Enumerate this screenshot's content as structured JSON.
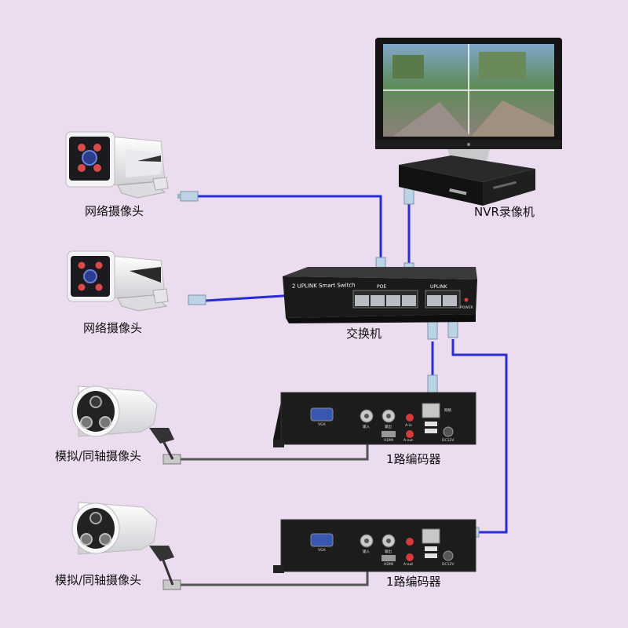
{
  "labels": {
    "ip_camera_1": "网络摄像头",
    "ip_camera_2": "网络摄像头",
    "nvr": "NVR录像机",
    "switch": "交换机",
    "encoder_1": "1路编码器",
    "encoder_2": "1路编码器",
    "analog_camera_1": "模拟/同轴摄像头",
    "analog_camera_2": "模拟/同轴摄像头"
  },
  "switch_panel": {
    "model_text": "2 UPLINK Smart Switch",
    "poe_text": "POE",
    "uplink_text": "UPLINK",
    "power_text": "POWER"
  },
  "encoder_panel": {
    "vga": "VGA",
    "in": "输入",
    "out": "输出",
    "hdmi": "HDMI",
    "ain": "A-in",
    "aout": "A-out",
    "lan": "网络",
    "dc": "DC12V"
  },
  "colors": {
    "background": "#ecdcf0",
    "network_cable": "#2b2bd6",
    "coax_cable": "#555555",
    "device_body": "#1b1b1b"
  }
}
